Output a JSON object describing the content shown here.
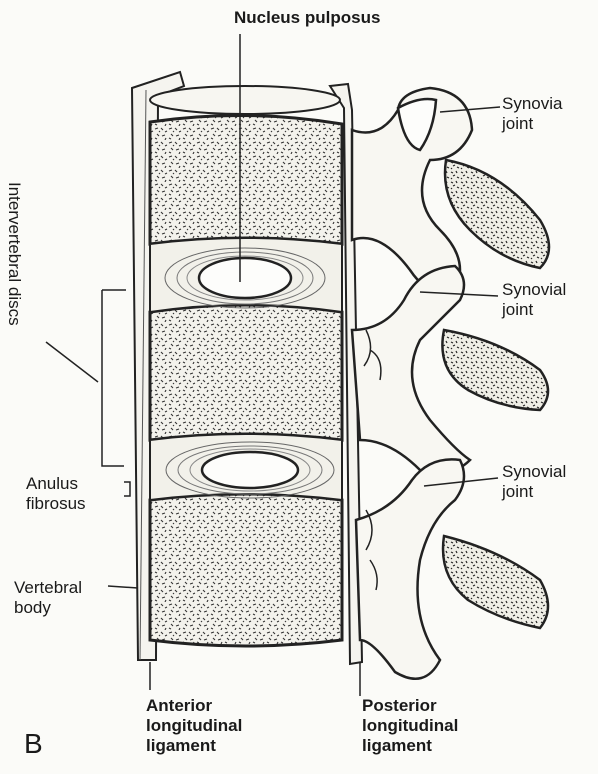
{
  "figure": {
    "panel_letter": "B",
    "labels": {
      "nucleus_pulposus": "Nucleus pulposus",
      "synovial_joint_top": "Synovia\njoint",
      "synovial_joint_middle": "Synovial\njoint",
      "synovial_joint_bottom": "Synovial\njoint",
      "intervertebral_discs": "Intervertebral discs",
      "anulus_fibrosus": "Anulus\nfibrosus",
      "vertebral_body": "Vertebral\nbody",
      "anterior_longitudinal_ligament": "Anterior\nlongitudinal\nligament",
      "posterior_longitudinal_ligament": "Posterior\nlongitudinal\nligament"
    }
  }
}
